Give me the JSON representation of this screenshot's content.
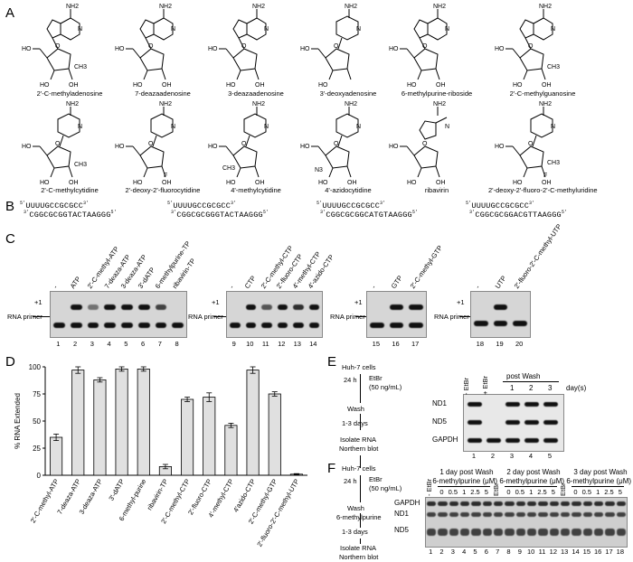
{
  "panels": {
    "a": "A",
    "b": "B",
    "c": "C",
    "d": "D",
    "e": "E",
    "f": "F"
  },
  "compounds_row1": [
    "2'-C-methyladenosine",
    "7-deazaadenosine",
    "3-deazaadenosine",
    "3'-deoxyadenosine",
    "6-methylpurine-riboside",
    "2'-C-methylguanosine"
  ],
  "compounds_row2": [
    "2'-C-methylcytidine",
    "2'-deoxy-2'-fluorocytidine",
    "4'-methylcytidine",
    "4'-azidocytidine",
    "ribavirin",
    "2'-deoxy-2'-fluoro-2'-C-methyluridine"
  ],
  "chem_labels": {
    "ho": "HO",
    "oh": "OH",
    "nh2": "NH2",
    "ch3": "CH3",
    "f": "F",
    "n3": "N3",
    "o": "O",
    "n": "N"
  },
  "sequences": [
    {
      "top": "UUUUGCCGCGCC",
      "bottom": "CGGCGCGGTACTAAGGG"
    },
    {
      "top": "UUUUGCCGCGCC",
      "bottom": "CGGCGCGGGTACTAAGGG"
    },
    {
      "top": "UUUUGCCGCGCC",
      "bottom": "CGGCGCGGCATGTAAGGG"
    },
    {
      "top": "UUUUGCCGCGCC",
      "bottom": "CGGCGCGGACGTTAAGGG"
    }
  ],
  "seq_primes": {
    "five": "5'",
    "three": "3'"
  },
  "gel_c": {
    "plus1": "+1",
    "rna_primer": "RNA primer",
    "gel1_labels": [
      "-",
      "ATP",
      "2'-C-methyl-ATP",
      "7-deaza-ATP",
      "3-deaza-ATP",
      "3'-dATP",
      "6-methylpurine-TP",
      "ribavirin-TP"
    ],
    "gel1_nums": [
      "1",
      "2",
      "3",
      "4",
      "5",
      "6",
      "7",
      "8"
    ],
    "gel2_labels": [
      "-",
      "CTP",
      "2'-C-methyl-CTP",
      "2'-fluoro-CTP",
      "4'-methyl-CTP",
      "4'-azido-CTP"
    ],
    "gel2_nums": [
      "9",
      "10",
      "11",
      "12",
      "13",
      "14"
    ],
    "gel3_labels": [
      "-",
      "GTP",
      "2'-C-methyl-GTP"
    ],
    "gel3_nums": [
      "15",
      "16",
      "17"
    ],
    "gel4_labels": [
      "-",
      "UTP",
      "2'-fluoro-2'-C-methyl-UTP"
    ],
    "gel4_nums": [
      "18",
      "19",
      "20"
    ]
  },
  "chart_data": {
    "type": "bar",
    "ylabel": "% RNA Extended",
    "ylim": [
      0,
      100
    ],
    "yticks": [
      0,
      25,
      50,
      75,
      100
    ],
    "categories": [
      "2'-C-methyl-ATP",
      "7-deaza-ATP",
      "3-deaza-ATP",
      "3'-dATP",
      "6-methyl-purine",
      "ribavirin-TP",
      "2'-C-methyl-CTP",
      "2'-fluoro-CTP",
      "4'-methyl-CTP",
      "4'azido-CTP",
      "2'-C-methyl-GTP",
      "2'-fluoro-2'-C-methyl-UTP"
    ],
    "values": [
      35,
      97,
      88,
      98,
      98,
      8,
      70,
      72,
      46,
      97,
      75,
      1
    ],
    "errors": [
      3,
      3,
      2,
      2,
      2,
      2,
      2,
      4,
      2,
      3,
      2,
      0.5
    ],
    "bar_color": "#e0e0e0"
  },
  "panel_e": {
    "flow": [
      "Huh-7 cells",
      "24 h",
      "EtBr",
      "(50 ng/mL)",
      "Wash",
      "1-3 days",
      "Isolate RNA",
      "Northern blot"
    ],
    "lanes_top": [
      "- EtBr",
      "+ EtBr"
    ],
    "post_wash": "post Wash",
    "days_nums": [
      "1",
      "2",
      "3"
    ],
    "days_label": "day(s)",
    "rows": [
      "ND1",
      "ND5",
      "GAPDH"
    ],
    "lane_nums": [
      "1",
      "2",
      "3",
      "4",
      "5"
    ]
  },
  "panel_f": {
    "flow": [
      "Huh-7 cells",
      "24 h",
      "EtBr",
      "(50 ng/mL)",
      "Wash",
      "6-methylpurine",
      "1-3 days",
      "Isolate RNA",
      "Northern blot"
    ],
    "groups": [
      "1 day post Wash",
      "2 day post Wash",
      "3 day post Wash"
    ],
    "conc_label": "6-methylpurine (μM)",
    "etbr": [
      "- EtBr",
      "EtBr"
    ],
    "concs": [
      "0",
      "0.5",
      "1",
      "2.5",
      "5"
    ],
    "rows": [
      "GAPDH",
      "ND1",
      "ND5"
    ],
    "lane_nums": [
      "1",
      "2",
      "3",
      "4",
      "5",
      "6",
      "7",
      "8",
      "9",
      "10",
      "11",
      "12",
      "13",
      "14",
      "15",
      "16",
      "17",
      "18"
    ]
  }
}
